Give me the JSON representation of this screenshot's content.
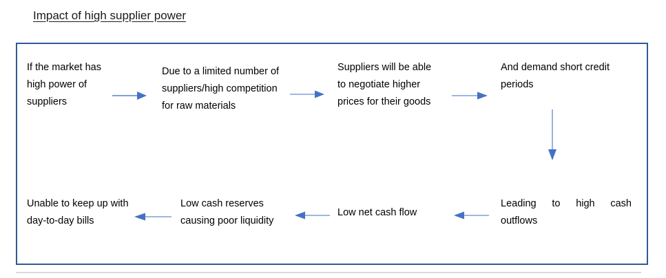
{
  "title": "Impact of high supplier power",
  "colors": {
    "frame_border": "#2e5a96",
    "arrow": "#4472c4",
    "arrow_light": "#7f9fd6",
    "text": "#000000",
    "rule": "#d8d8d8"
  },
  "diagram": {
    "type": "flowchart",
    "direction": "left-to-right then down then right-to-left",
    "steps": [
      {
        "id": "step-1",
        "order": 1,
        "text": "If the market has high power of suppliers",
        "lines": [
          "If the market has",
          "high power of",
          "suppliers"
        ],
        "row": "top"
      },
      {
        "id": "step-2",
        "order": 2,
        "text": "Due to a limited number of suppliers/high competition for raw materials",
        "lines": [
          "Due to a limited number of",
          "suppliers/high competition",
          "for raw materials"
        ],
        "row": "top"
      },
      {
        "id": "step-3",
        "order": 3,
        "text": "Suppliers will be able to negotiate higher prices for their goods",
        "lines": [
          "Suppliers will be able",
          "to negotiate higher",
          "prices for their goods"
        ],
        "row": "top"
      },
      {
        "id": "step-4",
        "order": 4,
        "text": "And demand short credit periods",
        "lines": [
          "And demand short credit",
          "periods"
        ],
        "row": "top"
      },
      {
        "id": "step-5",
        "order": 5,
        "text": "Leading to high cash outflows",
        "lines": [
          "Leading to high cash",
          "outflows"
        ],
        "row": "bottom"
      },
      {
        "id": "step-6",
        "order": 6,
        "text": "Low net cash flow",
        "lines": [
          "Low net cash flow"
        ],
        "row": "bottom"
      },
      {
        "id": "step-7",
        "order": 7,
        "text": "Low cash reserves causing poor liquidity",
        "lines": [
          "Low cash reserves",
          "causing poor liquidity"
        ],
        "row": "bottom"
      },
      {
        "id": "step-8",
        "order": 8,
        "text": "Unable to keep up with day-to-day bills",
        "lines": [
          "Unable to keep up with",
          "day-to-day bills"
        ],
        "row": "bottom"
      }
    ],
    "connectors": [
      {
        "id": "arrow-1",
        "from": "step-1",
        "to": "step-2",
        "direction": "right"
      },
      {
        "id": "arrow-2",
        "from": "step-2",
        "to": "step-3",
        "direction": "right"
      },
      {
        "id": "arrow-3",
        "from": "step-3",
        "to": "step-4",
        "direction": "right"
      },
      {
        "id": "arrow-4",
        "from": "step-4",
        "to": "step-5",
        "direction": "down"
      },
      {
        "id": "arrow-5",
        "from": "step-5",
        "to": "step-6",
        "direction": "left"
      },
      {
        "id": "arrow-6",
        "from": "step-6",
        "to": "step-7",
        "direction": "left"
      },
      {
        "id": "arrow-7",
        "from": "step-7",
        "to": "step-8",
        "direction": "left"
      }
    ]
  }
}
